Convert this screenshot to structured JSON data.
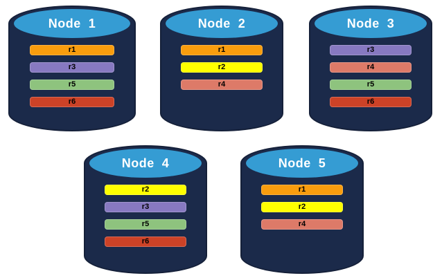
{
  "colors": {
    "background": "#ffffff",
    "cylinder_body": "#1B2A4A",
    "cylinder_outline": "#152039",
    "cylinder_cap": "#359CD3",
    "node_label_text": "#ffffff",
    "replica_label_text": "#000000"
  },
  "replica_colors": {
    "r1": "#F99D0E",
    "r2": "#FFFF00",
    "r3": "#8779C1",
    "r4": "#DD7A68",
    "r5": "#8EC37E",
    "r6": "#CC4227"
  },
  "nodes": [
    {
      "label": "Node  1",
      "replicas": [
        "r1",
        "r3",
        "r5",
        "r6"
      ]
    },
    {
      "label": "Node  2",
      "replicas": [
        "r1",
        "r2",
        "r4"
      ]
    },
    {
      "label": "Node  3",
      "replicas": [
        "r3",
        "r4",
        "r5",
        "r6"
      ]
    },
    {
      "label": "Node  4",
      "replicas": [
        "r2",
        "r3",
        "r5",
        "r6"
      ]
    },
    {
      "label": "Node  5",
      "replicas": [
        "r1",
        "r2",
        "r4"
      ]
    }
  ]
}
